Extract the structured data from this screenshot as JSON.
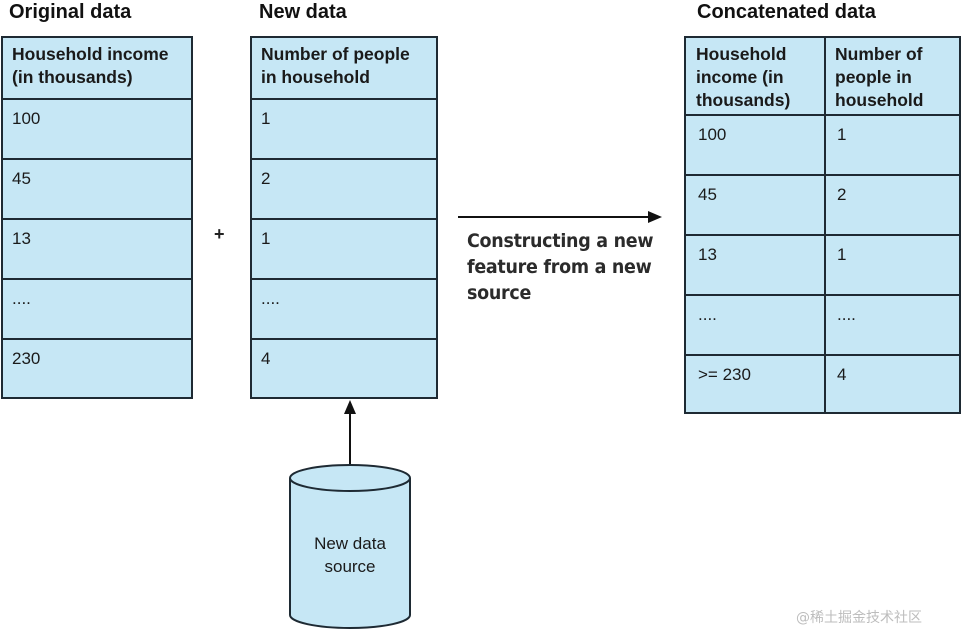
{
  "titles": {
    "original": "Original data",
    "new": "New data",
    "concatenated": "Concatenated data"
  },
  "original_table": {
    "header": [
      "Household income",
      "(in thousands)"
    ],
    "rows": [
      "100",
      "45",
      "13",
      "....",
      "230"
    ]
  },
  "new_table": {
    "header": [
      "Number of people",
      "in household"
    ],
    "rows": [
      "1",
      "2",
      "1",
      "....",
      "4"
    ]
  },
  "plus": "+",
  "arrow_caption": [
    "Constructing a new",
    "feature from a new",
    "source"
  ],
  "concatenated_table": {
    "headers": [
      [
        "Household",
        "income (in",
        "thousands)"
      ],
      [
        "Number of",
        "people in",
        "household"
      ]
    ],
    "rows": [
      [
        "100",
        "1"
      ],
      [
        "45",
        "2"
      ],
      [
        "13",
        "1"
      ],
      [
        "....",
        "...."
      ],
      [
        ">= 230",
        "4"
      ]
    ]
  },
  "data_source": [
    "New data",
    "source"
  ],
  "watermark": "@稀土掘金技术社区",
  "colors": {
    "cell_fill": "#c6e7f5",
    "border": "#1e2a33"
  }
}
